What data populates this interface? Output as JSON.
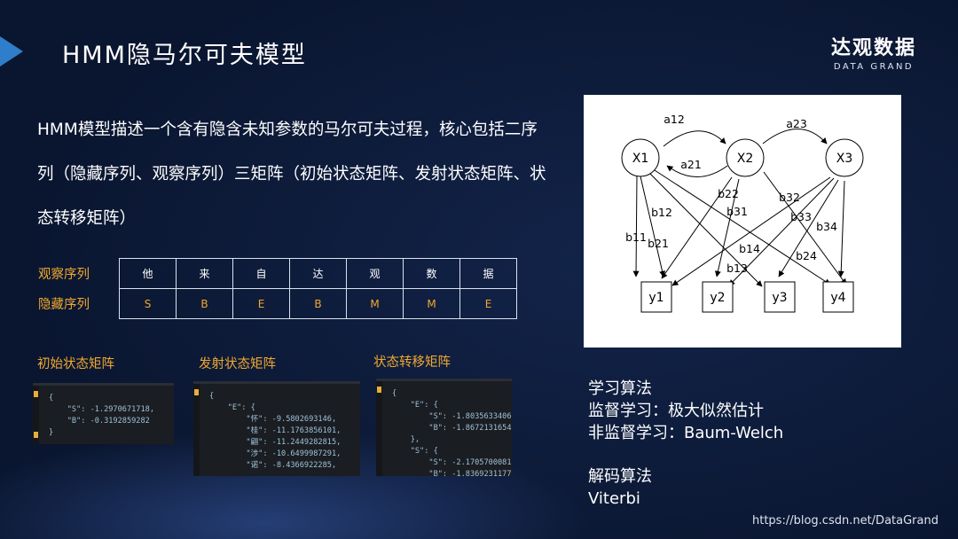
{
  "slide": {
    "title": "HMM隐马尔可夫模型",
    "logo_cn": "达观数据",
    "logo_en": "DATA GRAND",
    "description": "HMM模型描述一个含有隐含未知参数的马尔可夫过程，核心包括二序列（隐藏序列、观察序列）三矩阵（初始状态矩阵、发射状态矩阵、状态转移矩阵）",
    "watermark": "https://blog.csdn.net/DataGrand",
    "accent_color": "#f0a830",
    "background_color": "#0a1630"
  },
  "sequence_table": {
    "observed_label": "观察序列",
    "hidden_label": "隐藏序列",
    "observed": [
      "他",
      "来",
      "自",
      "达",
      "观",
      "数",
      "据"
    ],
    "hidden": [
      "S",
      "B",
      "E",
      "B",
      "M",
      "M",
      "E"
    ]
  },
  "matrices": {
    "initial": {
      "label": "初始状态矩阵",
      "lines": [
        "{",
        "    \"S\": -1.2970671718,",
        "    \"B\": -0.3192859282",
        "}"
      ]
    },
    "emission": {
      "label": "发射状态矩阵",
      "lines": [
        "{",
        "    \"E\": {",
        "        \"怀\": -9.5802693146,",
        "        \"桂\": -11.1763856101,",
        "        \"翩\": -11.2449282815,",
        "        \"涉\": -10.6499987291,",
        "        \"诺\": -8.4366922285,"
      ]
    },
    "transition": {
      "label": "状态转移矩阵",
      "lines": [
        "{",
        "    \"E\": {",
        "        \"S\": -1.8035633406,",
        "        \"B\": -1.8672131654",
        "    },",
        "    \"S\": {",
        "        \"S\": -2.1705700081,",
        "        \"B\": -1.8369231177"
      ]
    }
  },
  "diagram": {
    "hidden_states": [
      "X1",
      "X2",
      "X3"
    ],
    "observations": [
      "y1",
      "y2",
      "y3",
      "y4"
    ],
    "transition_labels": [
      "a12",
      "a21",
      "a23"
    ],
    "emission_labels": [
      "b11",
      "b12",
      "b13",
      "b14",
      "b21",
      "b22",
      "b24",
      "b31",
      "b32",
      "b33",
      "b34"
    ]
  },
  "algorithms": {
    "learning_heading": "学习算法",
    "supervised": "监督学习：极大似然估计",
    "unsupervised": "非监督学习：Baum-Welch",
    "decoding_heading": "解码算法",
    "decoding_method": "Viterbi"
  }
}
